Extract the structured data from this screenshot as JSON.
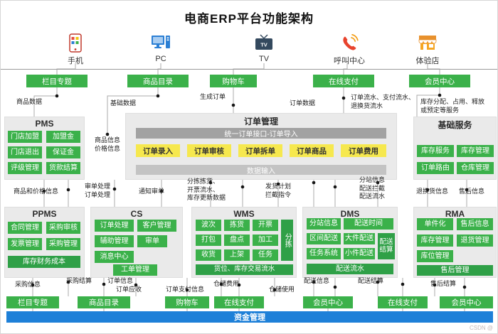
{
  "title": "电商ERP平台功能架构",
  "watermark": "CSDN @",
  "channels": [
    {
      "label": "手机"
    },
    {
      "label": "PC"
    },
    {
      "label": "TV"
    },
    {
      "label": "呼叫中心"
    },
    {
      "label": "体验店"
    }
  ],
  "top_portals": [
    "栏目专题",
    "商品目录",
    "购物车",
    "在线支付",
    "会员中心"
  ],
  "flow_top": {
    "goods_data": "商品数据",
    "base_data": "基础数据",
    "create_order": "生成订单",
    "order_data": "订单数据",
    "order_flows": [
      "订单流水、支付流水、",
      "退换货流水"
    ],
    "inventory_service": [
      "库存分配、占用、释放",
      "或预定等服务"
    ]
  },
  "pms": {
    "title": "PMS",
    "items": [
      "门店加盟",
      "加盟金",
      "门店退出",
      "保证金",
      "评级管理",
      "货款结算"
    ]
  },
  "order_mgmt": {
    "title": "订单管理",
    "top_bar": "统一订单接口-订单导入",
    "items": [
      "订单录入",
      "订单审核",
      "订单拆单",
      "订单商品",
      "订单费用"
    ],
    "bottom_bar": "数据输入"
  },
  "base_service": {
    "title": "基础服务",
    "items": [
      "库存服务",
      "库存管理",
      "订单路由",
      "仓库管理"
    ]
  },
  "flow_mid": {
    "goods_price": [
      "商品信息",
      "价格信息"
    ],
    "goods_and_price": "商品和价格信息",
    "audit": [
      "审单处理",
      "订单处理"
    ],
    "notify_audit": "通知审单",
    "wms_feed": [
      "分拣拣货、",
      "开票流水、",
      "库存更新数据"
    ],
    "ship_plan": [
      "发货计划",
      "拦截指令"
    ],
    "dms_feed": [
      "分站信息",
      "配送拦截",
      "配送流水"
    ],
    "return_info": "退换货信息",
    "aftersale_info": "售后信息"
  },
  "ppms": {
    "title": "PPMS",
    "items": [
      "合同管理",
      "采购审核",
      "发票管理",
      "采购管理"
    ],
    "strip": "库存财务成本"
  },
  "cs": {
    "title": "CS",
    "items": [
      "订单处理",
      "客户管理",
      "辅助管理",
      "审单",
      "消息中心",
      "工单管理"
    ]
  },
  "wms": {
    "title": "WMS",
    "items": [
      "波次",
      "拣货",
      "开票",
      "打包",
      "盘点",
      "加工",
      "收货",
      "上架",
      "任务"
    ],
    "side": "分拣",
    "strip": "货位、库存交易流水"
  },
  "dms": {
    "title": "DMS",
    "items": [
      "分站信息",
      "配送时间",
      "区间配送",
      "大件配送",
      "任务系统",
      "小件配送"
    ],
    "side": "配送结算",
    "strip": "配送流水"
  },
  "rma": {
    "title": "RMA",
    "items": [
      "单件化",
      "售后信息",
      "库存管理",
      "退货管理",
      "库位管理"
    ],
    "strip": "售后管理"
  },
  "flow_bottom": [
    "采购信息",
    "采购结算",
    "订单信息",
    "订单应收",
    "订单支付信息",
    "仓储费用",
    "仓储使用",
    "配送信息",
    "配送结算",
    "售后结算"
  ],
  "bottom_portals": [
    "栏目专题",
    "商品目录",
    "购物车",
    "在线支付",
    "会员中心",
    "在线支付",
    "会员中心"
  ],
  "fund_bar": "资金管理",
  "colors": {
    "green": "#3bb14a",
    "dark_green": "#2fa047",
    "yellow": "#f6e84e",
    "blue": "#1e80d8"
  }
}
